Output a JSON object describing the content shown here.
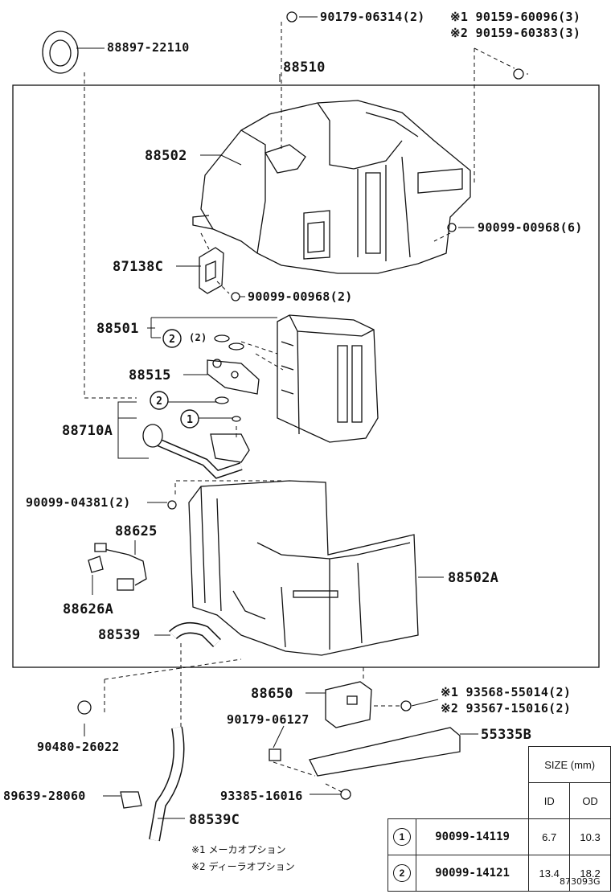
{
  "labels": {
    "p88897": "88897-22110",
    "p90179_06314": "90179-06314(2)",
    "n1_90159": "※1 90159-60096(3)",
    "n2_90159": "※2 90159-60383(3)",
    "p88510": "88510",
    "p88502": "88502",
    "p90099_00968_6": "90099-00968(6)",
    "p87138C": "87138C",
    "p90099_00968_2": "90099-00968(2)",
    "p88501": "88501",
    "p88501_sub": "(2)",
    "p88515": "88515",
    "p88710A": "88710A",
    "p90099_04381": "90099-04381(2)",
    "p88625": "88625",
    "p88626A": "88626A",
    "p88502A": "88502A",
    "p88539": "88539",
    "p88650": "88650",
    "n1_93568": "※1 93568-55014(2)",
    "n2_93567": "※2 93567-15016(2)",
    "p90179_06127": "90179-06127",
    "p55335B": "55335B",
    "p90480": "90480-26022",
    "p89639": "89639-28060",
    "p93385": "93385-16016",
    "p88539C": "88539C",
    "circle1": "1",
    "circle2": "2",
    "note1": "※1  メーカオプション",
    "note2": "※2  ディーラオプション",
    "figure_code": "873093G"
  },
  "size_table": {
    "header": "SIZE (mm)",
    "col_id": "ID",
    "col_od": "OD",
    "rows": [
      {
        "ref": "1",
        "part": "90099-14119",
        "id": "6.7",
        "od": "10.3"
      },
      {
        "ref": "2",
        "part": "90099-14121",
        "id": "13.4",
        "od": "18.2"
      }
    ]
  }
}
